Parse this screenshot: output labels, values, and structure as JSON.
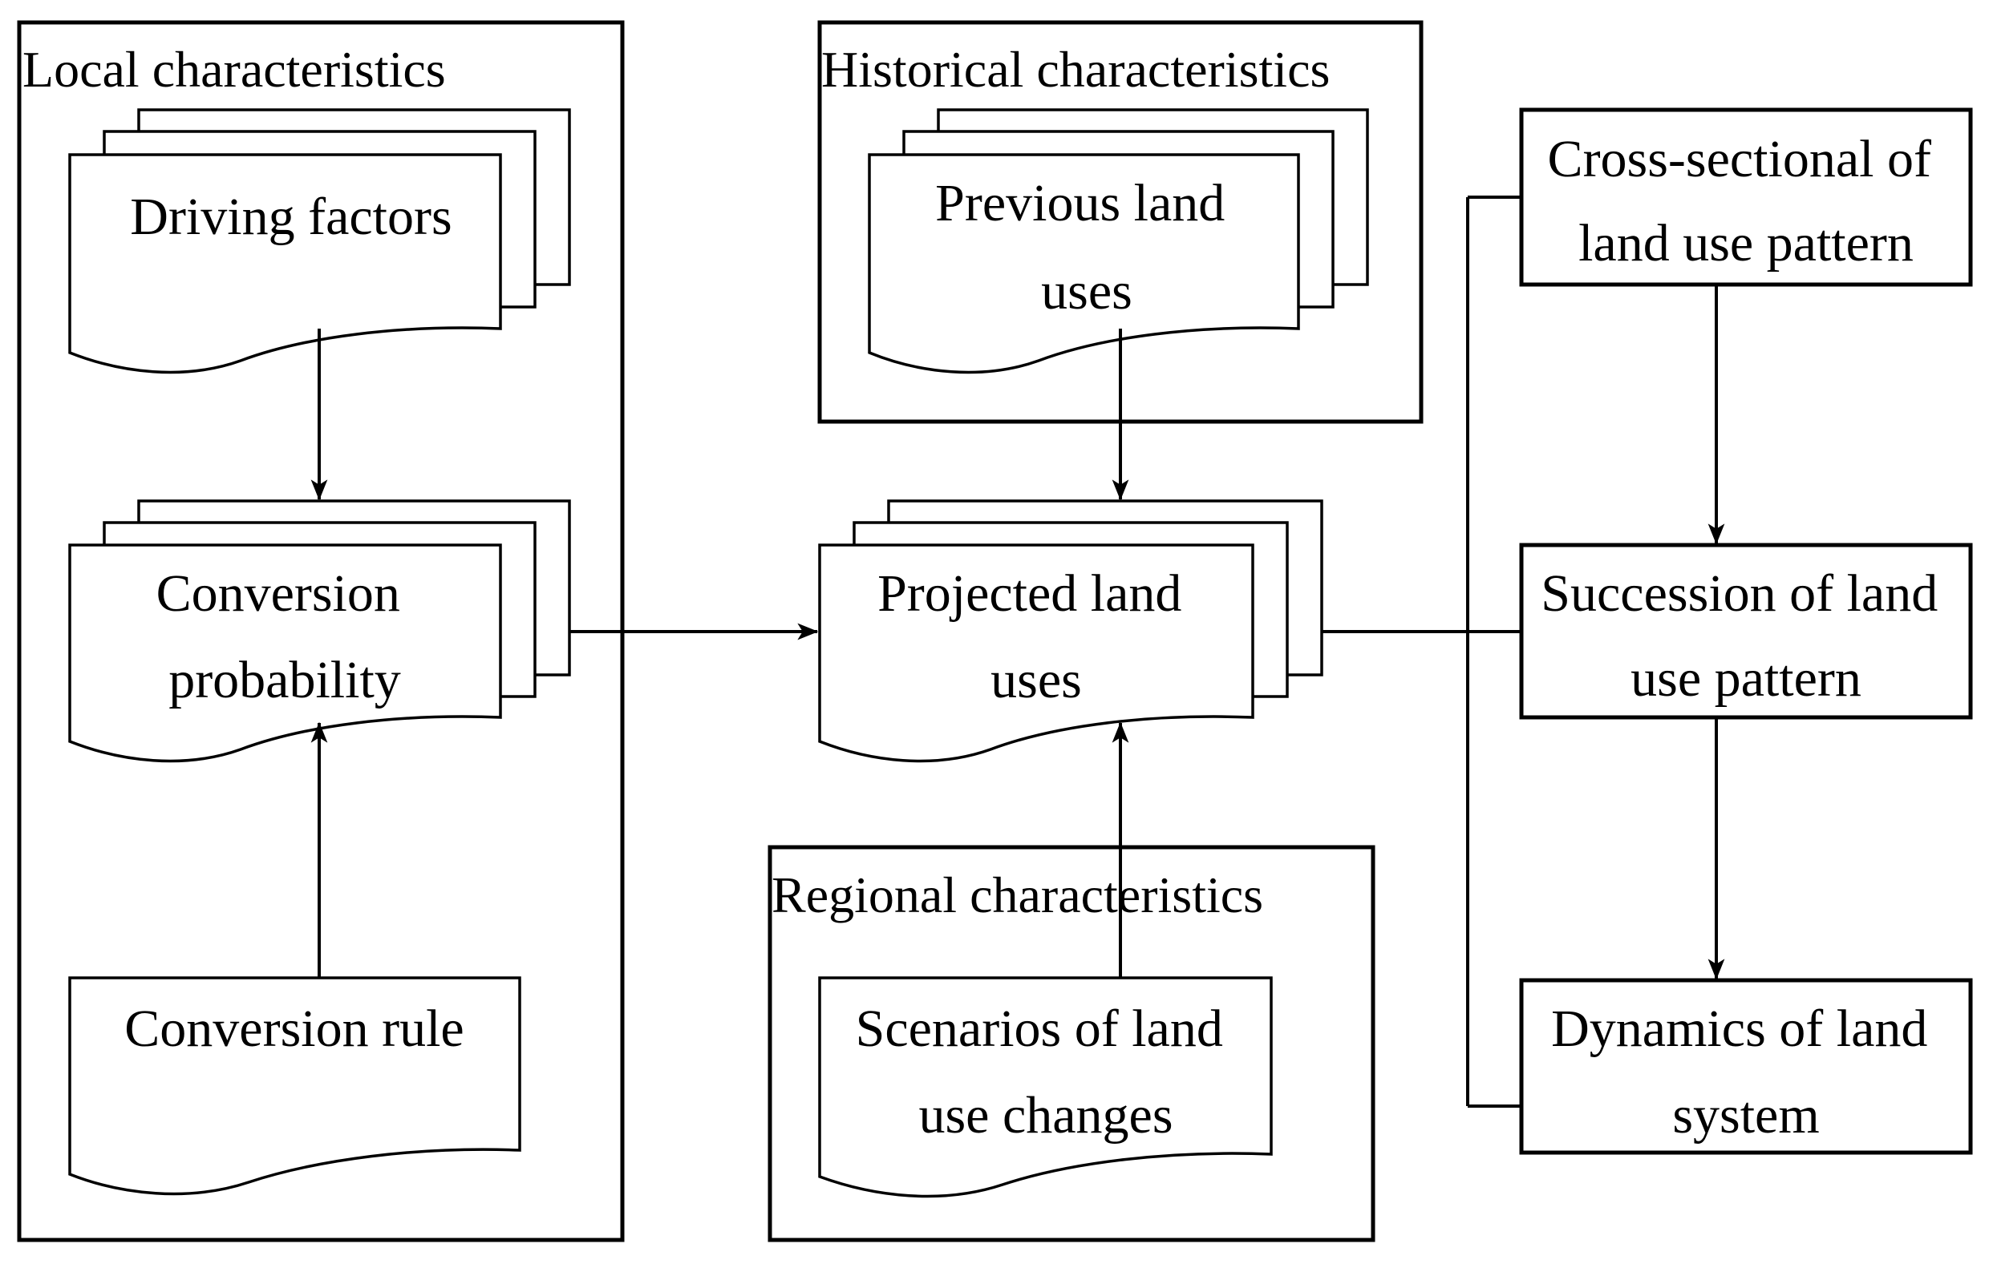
{
  "groups": {
    "local": "Local characteristics",
    "historical": "Historical characteristics",
    "regional": "Regional characteristics"
  },
  "nodes": {
    "driving_factors": [
      "Driving factors"
    ],
    "conversion_probability": [
      "Conversion",
      "probability"
    ],
    "conversion_rule": [
      "Conversion rule"
    ],
    "previous_land_uses": [
      "Previous land",
      "uses"
    ],
    "projected_land_uses": [
      "Projected land",
      "uses"
    ],
    "scenarios": [
      "Scenarios of land",
      "use changes"
    ],
    "cross_sectional": [
      "Cross-sectional of",
      "land use pattern"
    ],
    "succession": [
      "Succession of land",
      "use pattern"
    ],
    "dynamics": [
      "Dynamics of land",
      "system"
    ]
  },
  "edges": [
    {
      "from": "driving_factors",
      "to": "conversion_probability"
    },
    {
      "from": "conversion_rule",
      "to": "conversion_probability"
    },
    {
      "from": "conversion_probability",
      "to": "projected_land_uses"
    },
    {
      "from": "previous_land_uses",
      "to": "projected_land_uses"
    },
    {
      "from": "scenarios",
      "to": "projected_land_uses"
    },
    {
      "from": "cross_sectional",
      "to": "succession"
    },
    {
      "from": "succession",
      "to": "dynamics"
    },
    {
      "from": "projected_land_uses",
      "to": "cross_sectional"
    },
    {
      "from": "projected_land_uses",
      "to": "succession"
    },
    {
      "from": "projected_land_uses",
      "to": "dynamics"
    }
  ]
}
